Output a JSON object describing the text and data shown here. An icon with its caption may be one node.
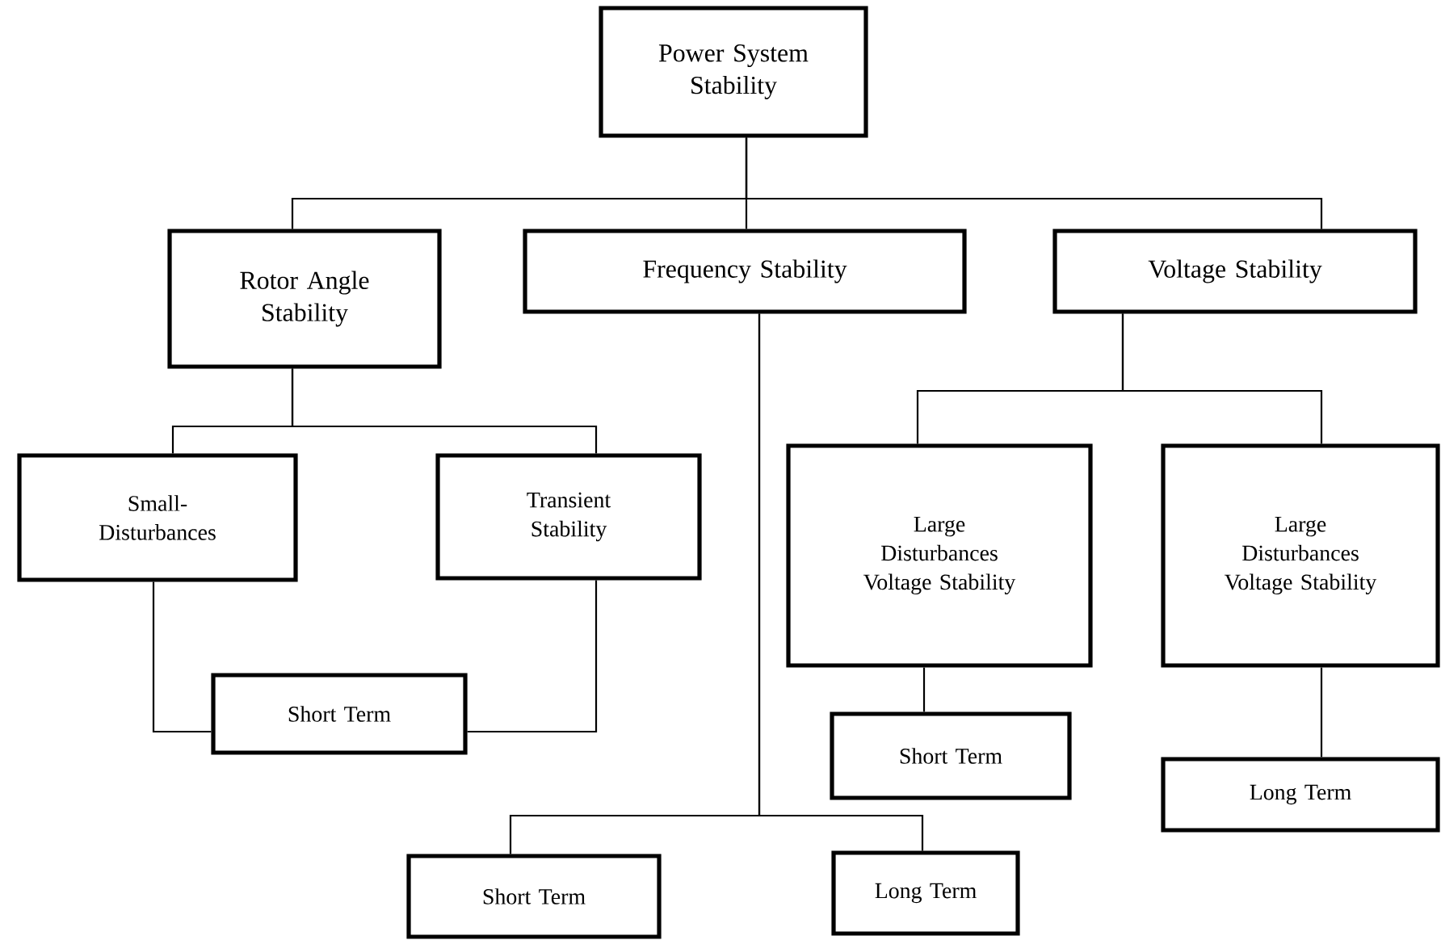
{
  "diagram": {
    "nodes": [
      {
        "text": [
          "Power System Stability"
        ]
      },
      {
        "text": [
          "Rotor Angle Stability"
        ]
      },
      {
        "text": [
          "Frequency Stability"
        ]
      },
      {
        "text": [
          "Voltage Stability"
        ]
      },
      {
        "text": [
          "Small- Disturbances"
        ]
      },
      {
        "text": [
          "Transient Stability"
        ]
      },
      {
        "text": [
          "Short Term"
        ]
      },
      {
        "text": [
          "Large Disturbances Voltage Stability"
        ]
      },
      {
        "text": [
          "Large Disturbances Voltage Stability"
        ]
      },
      {
        "text": [
          "Short Term"
        ]
      },
      {
        "text": [
          "Long Term"
        ]
      },
      {
        "text": [
          "Short Term"
        ]
      },
      {
        "text": [
          "Long Term"
        ]
      }
    ],
    "edges": [
      {
        "from": 0,
        "to": 1,
        "arrow": "none"
      },
      {
        "from": 0,
        "to": 2,
        "arrow": "none"
      },
      {
        "from": 0,
        "to": 3,
        "arrow": "none"
      },
      {
        "from": 1,
        "to": 4,
        "arrow": "none"
      },
      {
        "from": 1,
        "to": 5,
        "arrow": "none"
      },
      {
        "from": 4,
        "to": 6,
        "arrow": "none"
      },
      {
        "from": 5,
        "to": 6,
        "arrow": "none"
      },
      {
        "from": 2,
        "to": 11,
        "arrow": "none"
      },
      {
        "from": 2,
        "to": 12,
        "arrow": "none"
      },
      {
        "from": 3,
        "to": 7,
        "arrow": "none"
      },
      {
        "from": 3,
        "to": 8,
        "arrow": "none"
      },
      {
        "from": 7,
        "to": 9,
        "arrow": "none"
      },
      {
        "from": 8,
        "to": 10,
        "arrow": "none"
      }
    ]
  }
}
